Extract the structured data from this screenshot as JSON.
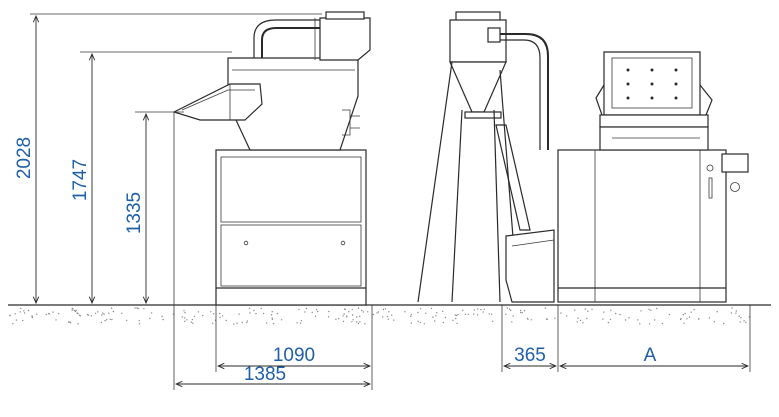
{
  "colors": {
    "dimension_text": "#1f5fa8",
    "line": "#2a2a2a"
  },
  "dimensions": {
    "height_total": "2028",
    "height_hopper": "1747",
    "height_infeed": "1335",
    "width_base": "1090",
    "width_overall": "1385",
    "width_offset": "365",
    "width_cabinet": "A"
  }
}
